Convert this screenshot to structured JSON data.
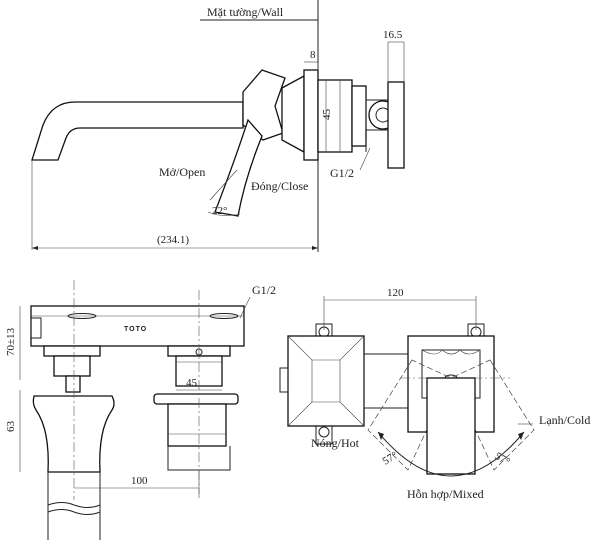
{
  "labels": {
    "wall": "Mặt tường/Wall",
    "open": "Mở/Open",
    "close": "Đóng/Close",
    "angle_open": "22°",
    "thread_top": "G1/2",
    "thread_bottom": "G1/2",
    "hot": "Nóng/Hot",
    "cold": "Lạnh/Cold",
    "mixed": "Hỗn hợp/Mixed",
    "angle_left": "57°",
    "angle_right": "57°",
    "brand": "TOTO"
  },
  "dimensions": {
    "d_8": "8",
    "d_16_5": "16.5",
    "d_45_top": "45",
    "d_234_1": "(234.1)",
    "d_70": "70±13",
    "d_63": "63",
    "d_45_front": "45",
    "d_100": "100",
    "d_120": "120"
  }
}
